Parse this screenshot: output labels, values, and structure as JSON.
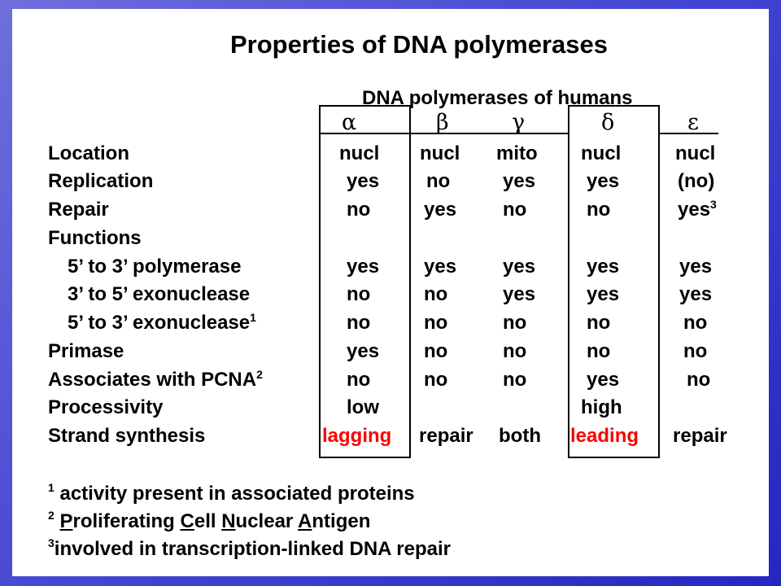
{
  "title": "Properties of DNA polymerases",
  "subtitle": "DNA polymerases of humans",
  "columns": [
    "α",
    "β",
    "γ",
    "δ",
    "ε"
  ],
  "rows": [
    {
      "label": "Location",
      "values": [
        "nucl",
        "nucl",
        "mito",
        "nucl",
        "nucl"
      ]
    },
    {
      "label": "Replication",
      "values": [
        "yes",
        "no",
        "yes",
        "yes",
        "(no)"
      ]
    },
    {
      "label": "Repair",
      "values": [
        "no",
        "yes",
        "no",
        "no",
        "yes"
      ]
    },
    {
      "label": "Functions",
      "values": [
        "",
        "",
        "",
        "",
        ""
      ]
    },
    {
      "label": "5’ to 3’ polymerase",
      "values": [
        "yes",
        "yes",
        "yes",
        "yes",
        "yes"
      ]
    },
    {
      "label": "3’ to 5’ exonuclease",
      "values": [
        "no",
        "no",
        "yes",
        "yes",
        "yes"
      ]
    },
    {
      "label": "5’ to 3’ exonuclease",
      "values": [
        "no",
        "no",
        "no",
        "no",
        "no"
      ]
    },
    {
      "label": "Primase",
      "values": [
        "yes",
        "no",
        "no",
        "no",
        "no"
      ]
    },
    {
      "label": "Associates with PCNA",
      "values": [
        "no",
        "no",
        "no",
        "yes",
        "no"
      ]
    },
    {
      "label": "Processivity",
      "values": [
        "low",
        "",
        "",
        "high",
        ""
      ]
    },
    {
      "label": "Strand synthesis",
      "values": [
        "lagging",
        "repair",
        "both",
        "leading",
        "repair"
      ]
    }
  ],
  "superscripts": {
    "repair_epsilon": "3",
    "exonuclease_5to3": "1",
    "pcna": "2"
  },
  "footnotes": {
    "fn1_mark": "1",
    "fn1_text": " activity present in associated proteins",
    "fn2_mark": "2",
    "fn2_parts": [
      " ",
      "P",
      "roliferating ",
      "C",
      "ell ",
      "N",
      "uclear ",
      "A",
      "ntigen"
    ],
    "fn3_mark": "3",
    "fn3_text": "involved in transcription-linked DNA repair"
  },
  "colors": {
    "highlight": "#ff0000",
    "frame": "#3a3ad0"
  }
}
